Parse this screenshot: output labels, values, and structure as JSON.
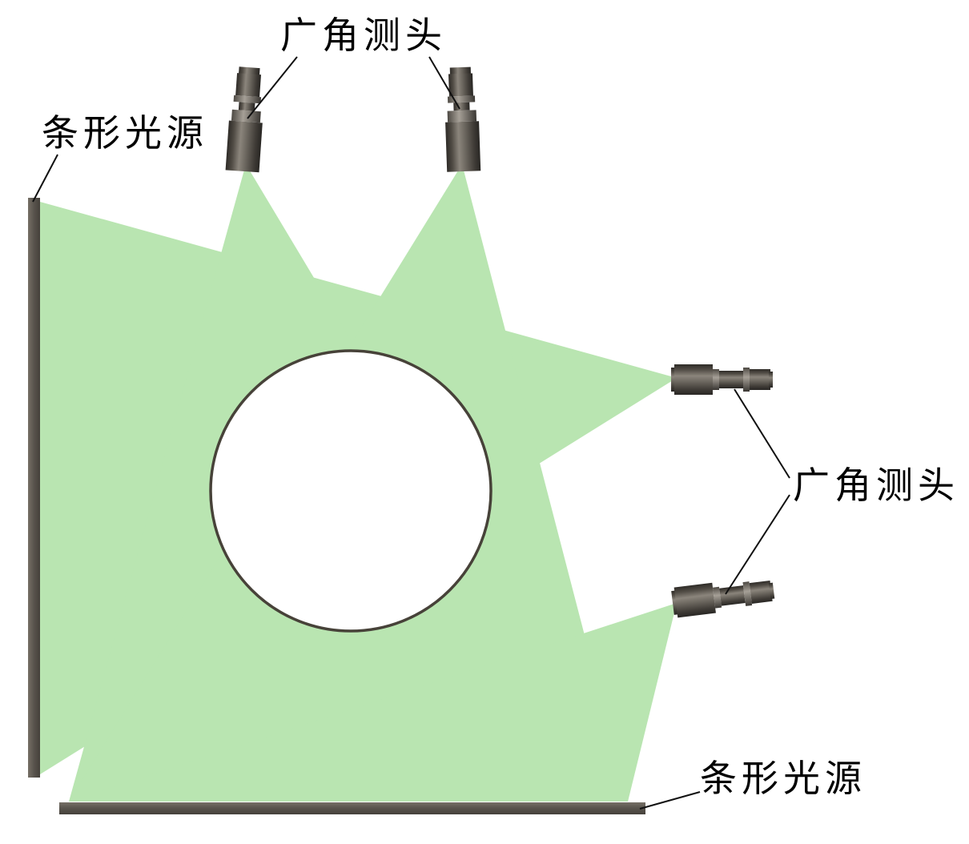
{
  "figure": {
    "background": "#ffffff",
    "beam_color": "#b9e5b1",
    "bar_color": "#56514a",
    "outline_color": "#474239",
    "leader_color": "#111111",
    "labels": {
      "top_probe": "广角测头",
      "left_source": "条形光源",
      "right_probe": "广角测头",
      "bottom_source": "条形光源"
    }
  }
}
